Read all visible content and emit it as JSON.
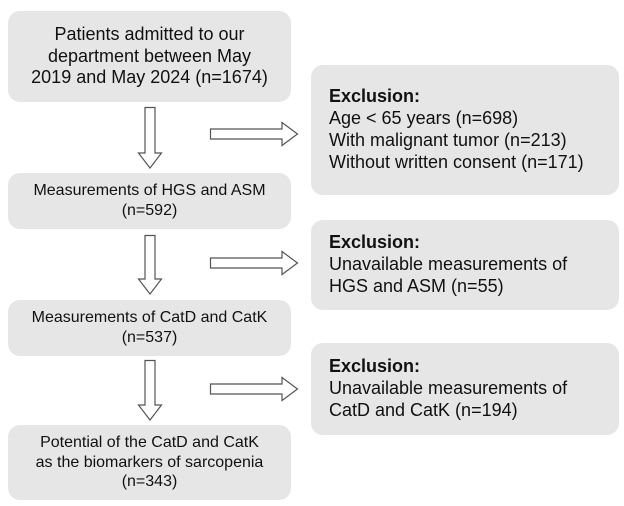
{
  "flow": {
    "step1": {
      "lines": [
        "Patients admitted to our",
        "department between May",
        "2019 and May 2024 (n=1674)"
      ]
    },
    "step2": {
      "lines": [
        "Measurements of HGS and ASM",
        "(n=592)"
      ]
    },
    "step3": {
      "lines": [
        "Measurements of CatD and CatK",
        "(n=537)"
      ]
    },
    "step4": {
      "lines": [
        "Potential of the CatD and CatK",
        "as the biomarkers of sarcopenia",
        "(n=343)"
      ]
    }
  },
  "exclusions": [
    {
      "heading": "Exclusion:",
      "lines": [
        "Age < 65 years (n=698)",
        "With malignant tumor (n=213)",
        "Without written consent (n=171)"
      ]
    },
    {
      "heading": "Exclusion:",
      "lines": [
        "Unavailable measurements of",
        "HGS and ASM (n=55)"
      ]
    },
    {
      "heading": "Exclusion:",
      "lines": [
        "Unavailable measurements of",
        "CatD and CatK (n=194)"
      ]
    }
  ],
  "colors": {
    "box_fill": "#e6e6e6",
    "arrow_stroke": "#555555",
    "text": "#111111"
  }
}
